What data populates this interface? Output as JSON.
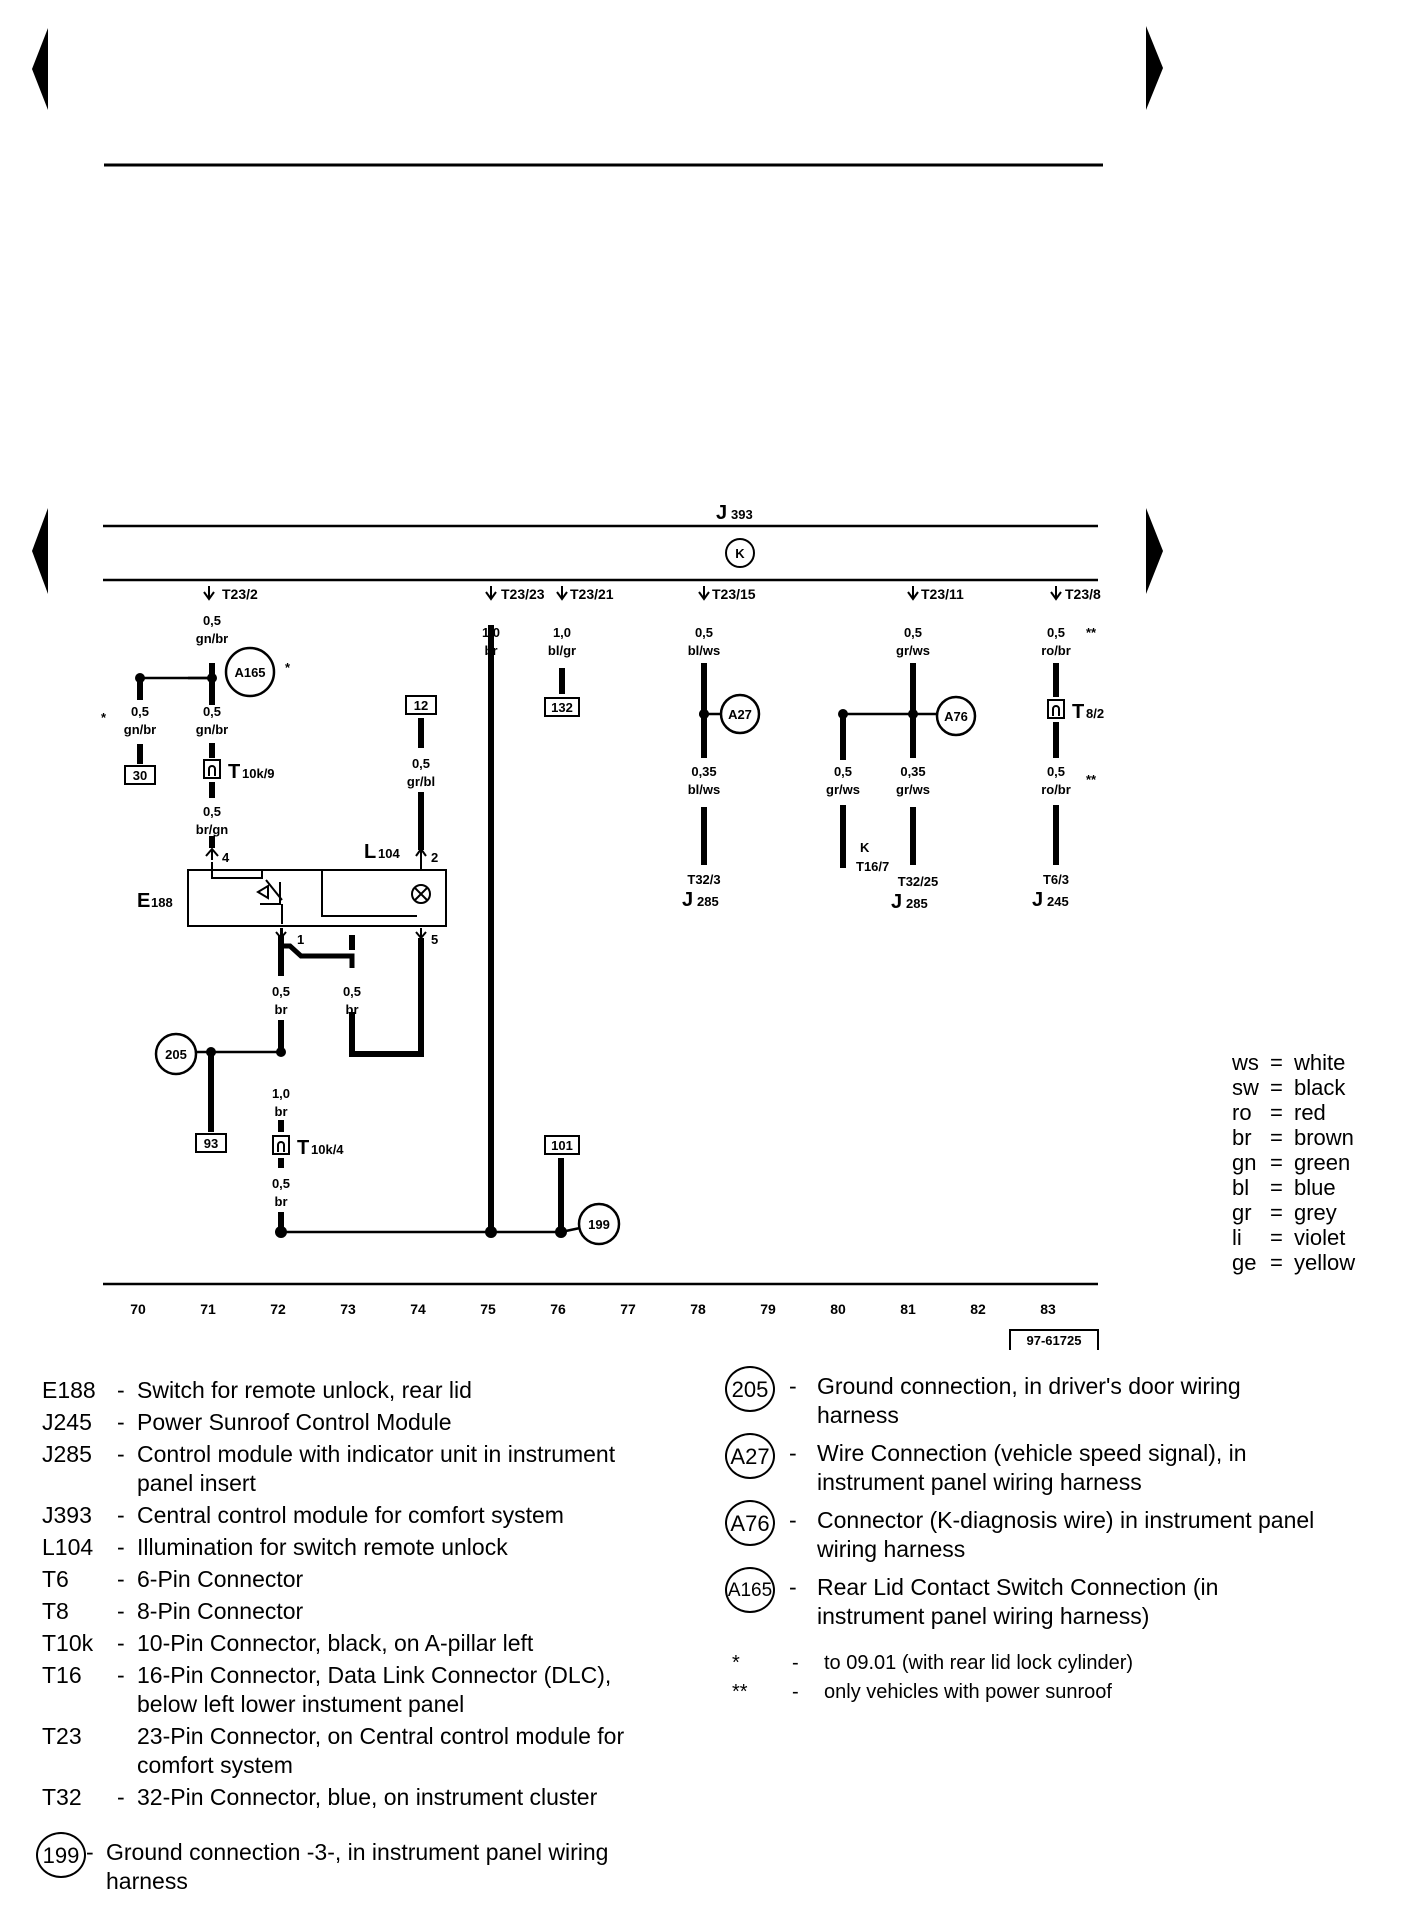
{
  "module": {
    "name": "J",
    "sub": "393",
    "k_symbol": "K"
  },
  "wires": {
    "t23_2": {
      "pin": "T23/2",
      "size": "0,5",
      "color": "gn/br"
    },
    "t23_23": {
      "pin": "T23/23",
      "size": "1,0",
      "color": "br"
    },
    "t23_21": {
      "pin": "T23/21",
      "size": "1,0",
      "color": "bl/gr",
      "ref": "132"
    },
    "t23_15": {
      "pin": "T23/15",
      "size": "0,5",
      "color": "bl/ws"
    },
    "t23_11": {
      "pin": "T23/11",
      "size": "0,5",
      "color": "gr/ws"
    },
    "t23_8": {
      "pin": "T23/8",
      "size": "0,5",
      "color": "ro/br",
      "mark": "**"
    },
    "a165": {
      "label": "A165",
      "mark": "*"
    },
    "left_branch": {
      "mark": "*",
      "size": "0,5",
      "color": "gn/br",
      "ref": "30"
    },
    "t10k9_above": {
      "size": "0,5",
      "color": "gn/br"
    },
    "t10k9": {
      "main": "T",
      "sub": "10k/9"
    },
    "t10k9_below": {
      "size": "0,5",
      "color": "br/gn"
    },
    "ref12": "12",
    "l104_wire": {
      "size": "0,5",
      "color": "gr/bl"
    },
    "e188": {
      "main": "E",
      "sub": "188",
      "pin4": "4",
      "pin1": "1",
      "pin5": "5"
    },
    "l104": {
      "main": "L",
      "sub": "104",
      "pin2": "2"
    },
    "pin1_wire": {
      "size": "0,5",
      "color": "br"
    },
    "pin5_wire": {
      "size": "0,5",
      "color": "br"
    },
    "g205": "205",
    "lower_wire": {
      "size": "1,0",
      "color": "br"
    },
    "ref93": "93",
    "t10k4": {
      "main": "T",
      "sub": "10k/4"
    },
    "t10k4_below": {
      "size": "0,5",
      "color": "br"
    },
    "ref101": "101",
    "g199": "199",
    "a27": "A27",
    "j285a_wire": {
      "size": "0,35",
      "color": "bl/ws",
      "pin": "T32/3",
      "main": "J",
      "sub": "285"
    },
    "a76": "A76",
    "k_wire": {
      "size": "0,5",
      "color": "gr/ws",
      "k": "K",
      "pin": "T16/7"
    },
    "j285b_wire": {
      "size": "0,35",
      "color": "gr/ws",
      "pin": "T32/25",
      "main": "J",
      "sub": "285"
    },
    "t8_2": {
      "main": "T",
      "sub": "8/2"
    },
    "j245_wire": {
      "size": "0,5",
      "color": "ro/br",
      "mark": "**",
      "pin": "T6/3",
      "main": "J",
      "sub": "245"
    }
  },
  "columns": [
    "70",
    "71",
    "72",
    "73",
    "74",
    "75",
    "76",
    "77",
    "78",
    "79",
    "80",
    "81",
    "82",
    "83"
  ],
  "figure_id": "97-61725",
  "color_legend": [
    {
      "abbr": "ws",
      "name": "white"
    },
    {
      "abbr": "sw",
      "name": "black"
    },
    {
      "abbr": "ro",
      "name": "red"
    },
    {
      "abbr": "br",
      "name": "brown"
    },
    {
      "abbr": "gn",
      "name": "green"
    },
    {
      "abbr": "bl",
      "name": "blue"
    },
    {
      "abbr": "gr",
      "name": "grey"
    },
    {
      "abbr": "li",
      "name": "violet"
    },
    {
      "abbr": "ge",
      "name": "yellow"
    }
  ],
  "components": [
    {
      "code": "E188",
      "dash": "-",
      "desc": "Switch for remote unlock, rear lid"
    },
    {
      "code": "J245",
      "dash": "-",
      "desc": " Power Sunroof Control Module"
    },
    {
      "code": "J285",
      "dash": "-",
      "desc": "Control module with indicator unit in instrument panel insert"
    },
    {
      "code": "J393",
      "dash": "-",
      "desc": "Central control module for comfort system"
    },
    {
      "code": "L104",
      "dash": "-",
      "desc": "Illumination for switch remote unlock"
    },
    {
      "code": "T6",
      "dash": "-",
      "desc": "6-Pin Connector"
    },
    {
      "code": "T8",
      "dash": "-",
      "desc": "8-Pin Connector"
    },
    {
      "code": "T10k",
      "dash": "-",
      "desc": "10-Pin Connector, black, on A-pillar left"
    },
    {
      "code": "T16",
      "dash": "-",
      "desc": "16-Pin Connector, Data Link Connector (DLC), below left lower instument panel"
    },
    {
      "code": "T23",
      "dash": "",
      "desc": "23-Pin Connector, on Central control module for comfort system"
    },
    {
      "code": "T32",
      "dash": "-",
      "desc": "32-Pin Connector, blue, on instrument cluster"
    }
  ],
  "ground_199": {
    "badge": "199",
    "dash": "-",
    "desc": "Ground connection -3-, in instrument panel wiring harness"
  },
  "connections": [
    {
      "badge": "205",
      "dash": "-",
      "desc": "Ground connection, in driver's door wiring harness"
    },
    {
      "badge": "A27",
      "dash": "-",
      "desc": "Wire Connection (vehicle speed signal), in instrument panel wiring harness"
    },
    {
      "badge": "A76",
      "dash": "-",
      "desc": "Connector (K-diagnosis wire) in instrument panel wiring harness"
    },
    {
      "badge": "A165",
      "dash": "-",
      "desc": "Rear Lid Contact Switch Connection (in instrument panel wiring harness)"
    }
  ],
  "notes": [
    {
      "sym": "*",
      "dash": "-",
      "text": "to 09.01 (with rear lid lock cylinder)"
    },
    {
      "sym": "**",
      "dash": "-",
      "text": "only vehicles with power sunroof"
    }
  ]
}
